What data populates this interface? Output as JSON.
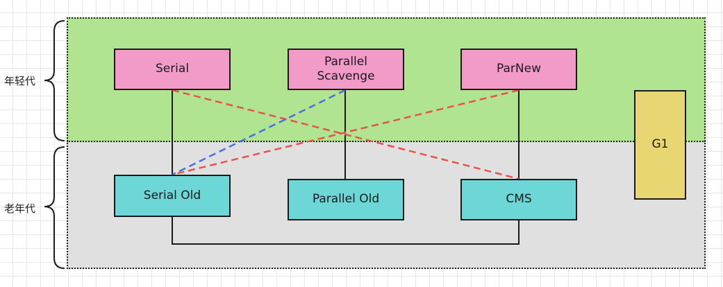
{
  "generations": {
    "young_label": "年轻代",
    "old_label": "老年代",
    "young_color": "#b0e491",
    "old_color": "#e0e0e0"
  },
  "collectors": {
    "serial": "Serial",
    "parallel_scavenge": "Parallel\nScavenge",
    "parnew": "ParNew",
    "serial_old": "Serial Old",
    "parallel_old": "Parallel Old",
    "cms": "CMS",
    "g1": "G1"
  },
  "colors": {
    "young_box": "#f29bc9",
    "old_box": "#6dd6d6",
    "g1_box": "#e8d672",
    "solid_line": "#1a1a1a",
    "red_dashed": "#e5534b",
    "blue_dashed": "#4a6ee0"
  },
  "connections": [
    {
      "from": "serial",
      "to": "serial_old",
      "style": "solid"
    },
    {
      "from": "parallel_scavenge",
      "to": "parallel_old",
      "style": "solid"
    },
    {
      "from": "parnew",
      "to": "cms",
      "style": "solid"
    },
    {
      "from": "serial",
      "to": "cms",
      "style": "red-dashed"
    },
    {
      "from": "parallel_scavenge",
      "to": "serial_old",
      "style": "blue-dashed"
    },
    {
      "from": "parnew",
      "to": "serial_old",
      "style": "red-dashed"
    },
    {
      "from": "serial_old",
      "to": "cms",
      "style": "solid"
    }
  ]
}
